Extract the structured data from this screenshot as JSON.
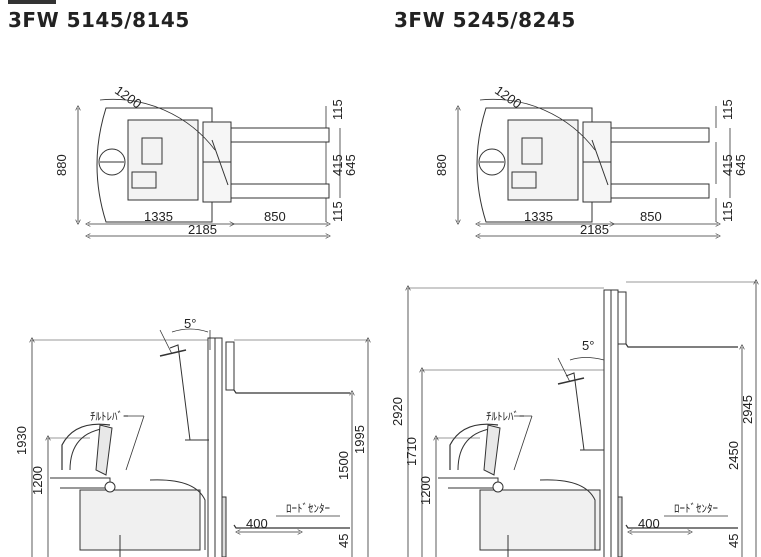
{
  "models": [
    {
      "title": "3FW 5145/8145",
      "top_dims": {
        "angle": "1200",
        "width": "880",
        "d115a": "115",
        "d415": "415",
        "d645": "645",
        "d115b": "115",
        "d1335": "1335",
        "d850": "850",
        "d2185": "2185"
      },
      "side_dims": {
        "tilt_angle": "5°",
        "tilt_lever": "ﾁﾙﾄﾚﾊﾞｰ",
        "load_center": "ﾛｰﾄﾞｾﾝﾀｰ",
        "d1930": "1930",
        "d1200": "1200",
        "d1500": "1500",
        "d1995": "1995",
        "d400": "400",
        "d45": "45"
      }
    },
    {
      "title": "3FW 5245/8245",
      "top_dims": {
        "angle": "1200",
        "width": "880",
        "d115a": "115",
        "d415": "415",
        "d645": "645",
        "d115b": "115",
        "d1335": "1335",
        "d850": "850",
        "d2185": "2185"
      },
      "side_dims": {
        "tilt_angle": "5°",
        "tilt_lever": "ﾁﾙﾄﾚﾊﾞｰ",
        "load_center": "ﾛｰﾄﾞｾﾝﾀｰ",
        "d2920": "2920",
        "d1710": "1710",
        "d1200": "1200",
        "d2450": "2450",
        "d2945": "2945",
        "d400": "400",
        "d45": "45"
      }
    }
  ]
}
